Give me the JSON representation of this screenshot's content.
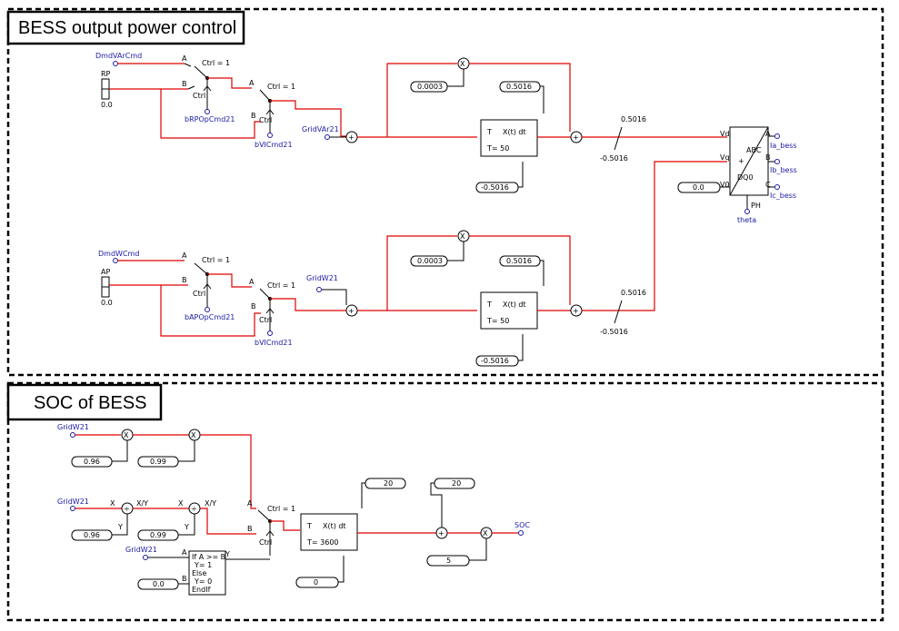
{
  "sections": {
    "bess": {
      "title": "BESS output power control"
    },
    "soc": {
      "title": "SOC of BESS"
    }
  },
  "labels": {
    "dmd_var_cmd": "DmdVArCmd",
    "rp": "RP",
    "rp_value": "0.0",
    "ctrl_eq_1": "Ctrl = 1",
    "ctrl": "Ctrl",
    "a": "A",
    "b": "B",
    "b_rp_opcmd": "bRPOpCmd21",
    "b_v_cmd": "bVICmd21",
    "grid_var": "GridVAr21",
    "const_0003": "0.0003",
    "const_5016": "0.5016",
    "const_neg_5016": "-0.5016",
    "integrator_expr": "X(t) dt",
    "integ_T": "T",
    "integ_T_50": "T=    50",
    "limiter_hi": "0.5016",
    "limiter_lo": "-0.5016",
    "abc_dq0": "ABC",
    "dq0": "DQ0",
    "vd": "Vd",
    "vq": "Vq",
    "v0": "V0",
    "ph": "PH",
    "zero": "0.0",
    "theta": "theta",
    "ia_bess": "Ia_bess",
    "ib_bess": "Ib_bess",
    "ic_bess": "Ic_bess",
    "out_a": "A",
    "out_b": "B",
    "out_c": "C",
    "dmd_w_cmd": "DmdWCmd",
    "ap": "AP",
    "ap_value": "0.0",
    "b_ap_opcmd": "bAPOpCmd21",
    "grid_w": "GridW21",
    "const_096": "0.96",
    "const_099": "0.99",
    "div_xy": "X/Y",
    "x": "X",
    "y": "Y",
    "if_block": "If A >= B",
    "if_y1": "Y= 1",
    "else": "Else",
    "if_y0": "Y= 0",
    "endif": "EndIf",
    "integ_T_3600": "T=   3600",
    "const_20": "20",
    "const_0": "0",
    "const_5": "5",
    "soc": "SOC",
    "mul": "X",
    "div": "÷",
    "plus": "+"
  }
}
